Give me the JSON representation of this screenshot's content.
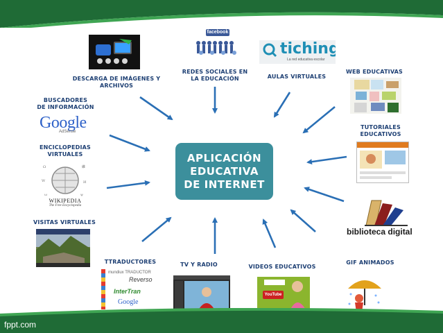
{
  "center": {
    "line1": "APLICACIÓN",
    "line2": "EDUCATIVA",
    "line3": "DE INTERNET"
  },
  "labels": {
    "descarga": [
      "DESCARGA DE IMÁGENES Y",
      "ARCHIVOS"
    ],
    "redes": [
      "REDES SOCIALES  EN",
      "LA  EDUCACIÓN"
    ],
    "aulas": "AULAS VIRTUALES",
    "web": "WEB EDUCATIVAS",
    "buscadores": [
      "BUSCADORES",
      "DE INFORMACIÓN"
    ],
    "tutoriales": [
      "TUTORIALES",
      "EDUCATIVOS"
    ],
    "enciclopedias": [
      "ENCICLOPEDIAS",
      "VIRTUALES"
    ],
    "visitas": "VISITAS VIRTUALES",
    "traductores": "TTRADUCTORES",
    "tv": "TV Y RADIO",
    "videos": "VIDEOS EDUCATIVOS",
    "gif": "GIF ANIMADOS"
  },
  "logos": {
    "facebook": "facebook",
    "tiching": "tiching",
    "tiching_tag": "La red educativa escolar",
    "google": "Google",
    "google_sub": "AdSense",
    "wikipedia": "WIKIPEDIA",
    "wikipedia_sub": "The Free Encyclopedia",
    "biblioteca_1": "biblioteca",
    "biblioteca_2": "digital",
    "reverso_1": "mundiux TRADUCTOR",
    "reverso_2": "Reverso",
    "intertran": "InterTran",
    "google_small": "Google",
    "youtube": "YouTube"
  },
  "footer": "fppt.com",
  "colors": {
    "green": "#1f6b36",
    "green_light": "#3fa553",
    "teal_box": "#3c8f9c",
    "arrow": "#2a6fb5",
    "label": "#1d3f73"
  }
}
